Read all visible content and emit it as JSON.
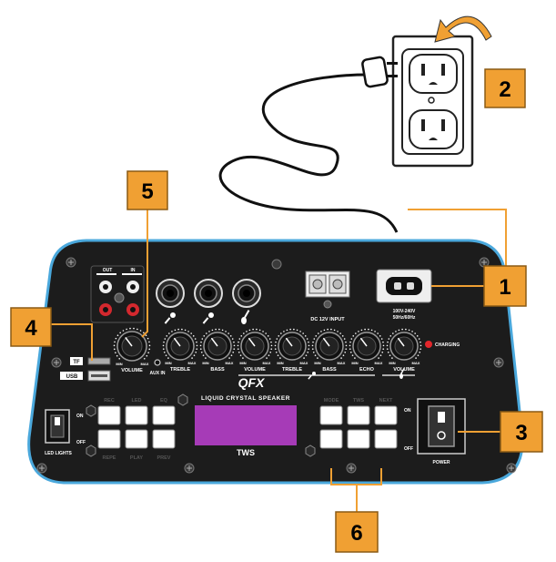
{
  "brand": {
    "logo": "QFX",
    "tagline": "LIQUID CRYSTAL SPEAKER",
    "tws": "TWS"
  },
  "colors": {
    "panel": "#1c1c1c",
    "panel_edge": "#4aa8dc",
    "callout_fill": "#f0a033",
    "callout_line": "#f0a033",
    "display": "#a63bb7",
    "charging_led": "#e3262b",
    "rca_red": "#d3282e"
  },
  "callouts": [
    {
      "number": "1"
    },
    {
      "number": "2"
    },
    {
      "number": "3"
    },
    {
      "number": "4"
    },
    {
      "number": "5"
    },
    {
      "number": "6"
    }
  ],
  "rca": {
    "out": "OUT",
    "in": "IN"
  },
  "port_labels": {
    "tf": "TF",
    "usb": "USB",
    "aux_in": "AUX IN"
  },
  "dc_input": "DC 12V INPUT",
  "ac_rating": {
    "line1": "100V-240V",
    "line2": "50Hz/60Hz"
  },
  "charging": "CHARGING",
  "knob_scale": {
    "min": "MIN",
    "max": "MAX"
  },
  "knobs": [
    {
      "label": "VOLUME"
    },
    {
      "label": "TREBLE"
    },
    {
      "label": "BASS"
    },
    {
      "label": "VOLUME"
    },
    {
      "label": "TREBLE"
    },
    {
      "label": "BASS"
    },
    {
      "label": "ECHO"
    },
    {
      "label": "VOLUME"
    }
  ],
  "left_buttons": {
    "top_labels": [
      "REC",
      "LED",
      "EQ"
    ],
    "bottom_labels": [
      "REPE",
      "PLAY",
      "PREV"
    ]
  },
  "right_buttons": {
    "top_labels": [
      "MODE",
      "TWS",
      "NEXT"
    ]
  },
  "led_switch": {
    "on": "ON",
    "off": "OFF",
    "label": "LED LIGHTS"
  },
  "power_switch": {
    "on": "ON",
    "off": "OFF",
    "label": "POWER"
  }
}
